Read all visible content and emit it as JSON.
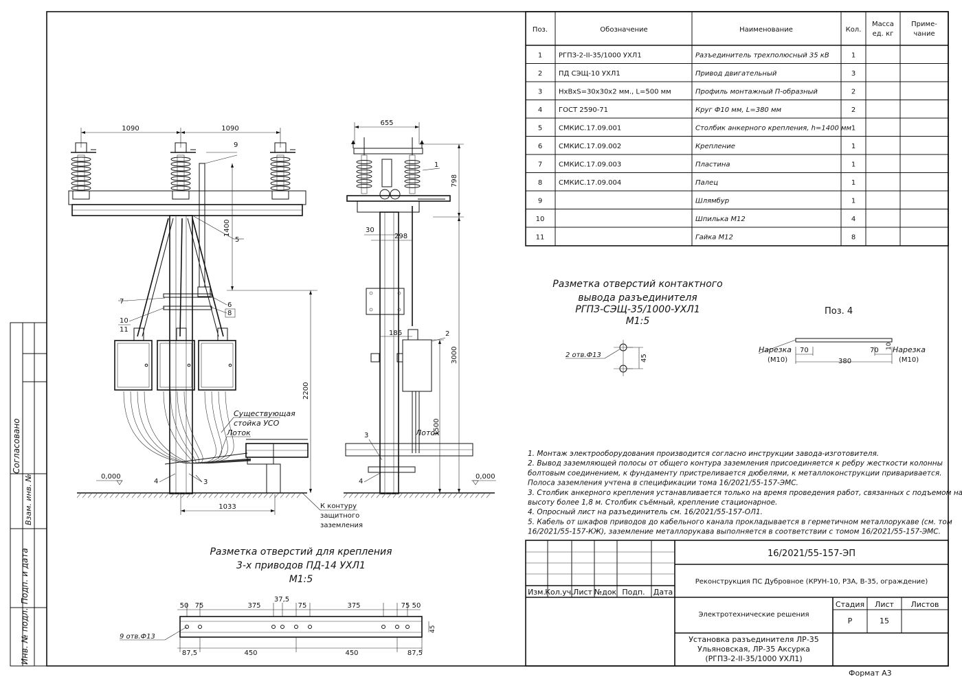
{
  "spec_table": {
    "headers": [
      "Поз.",
      "Обозначение",
      "Наименование",
      "Кол.",
      "Масса ед. кг",
      "Приме-чание"
    ],
    "header_lines": {
      "mass": [
        "Масса",
        "ед. кг"
      ],
      "note": [
        "Приме-",
        "чание"
      ]
    },
    "rows": [
      {
        "pos": "1",
        "code": "РГПЗ-2-II-35/1000 УХЛ1",
        "name": "Разъединитель трехполюсный 35 кВ",
        "qty": "1"
      },
      {
        "pos": "2",
        "code": "ПД СЭЩ-10 УХЛ1",
        "name": "Привод двигательный",
        "qty": "3"
      },
      {
        "pos": "3",
        "code": "HxBxS=30x30x2 мм., L=500 мм",
        "name": "Профиль монтажный П-образный",
        "qty": "2"
      },
      {
        "pos": "4",
        "code": "ГОСТ 2590-71",
        "name": "Круг Ф10 мм, L=380 мм",
        "qty": "2"
      },
      {
        "pos": "5",
        "code": "СМКИС.17.09.001",
        "name": "Столбик анкерного крепления, h=1400 мм",
        "qty": "1"
      },
      {
        "pos": "6",
        "code": "СМКИС.17.09.002",
        "name": "Крепление",
        "qty": "1"
      },
      {
        "pos": "7",
        "code": "СМКИС.17.09.003",
        "name": "Пластина",
        "qty": "1"
      },
      {
        "pos": "8",
        "code": "СМКИС.17.09.004",
        "name": "Палец",
        "qty": "1"
      },
      {
        "pos": "9",
        "code": "",
        "name": "Шлямбур",
        "qty": "1"
      },
      {
        "pos": "10",
        "code": "",
        "name": "Шпилька М12",
        "qty": "4"
      },
      {
        "pos": "11",
        "code": "",
        "name": "Гайка М12",
        "qty": "8"
      }
    ]
  },
  "views": {
    "front": {
      "dims": {
        "span_left": "1090",
        "span_right": "1090",
        "h1400": "1400",
        "h2200": "2200",
        "base": "1033",
        "level": "0,000"
      },
      "labels": {
        "p9": "9",
        "p5": "5",
        "p7": "7",
        "p6": "6",
        "p8": "8",
        "p10": "10",
        "p11": "11",
        "p4": "4",
        "p3": "3"
      },
      "callouts": {
        "existing_line1": "Существующая",
        "existing_line2": "стойка УСО",
        "tray": "Лоток",
        "ground_line1": "К контуру",
        "ground_line2": "защитного",
        "ground_line3": "заземления"
      }
    },
    "side": {
      "dims": {
        "w655": "655",
        "h798": "798",
        "d30": "30",
        "d298": "298",
        "d186": "186",
        "h3000": "3000",
        "h1500": "1500",
        "level": "0,000"
      },
      "labels": {
        "p1": "1",
        "p2": "2",
        "p3": "3",
        "p4": "4",
        "tray": "Лоток"
      }
    }
  },
  "contact_marking": {
    "title_lines": [
      "Разметка отверстий контактного",
      "вывода разъединителя",
      "РГПЗ-СЭЩ-35/1000-УХЛ1",
      "М1:5"
    ],
    "holes": "2 отв.Ф13",
    "dim": "45"
  },
  "pos4": {
    "title": "Поз. 4",
    "thread_left": "Нарезка",
    "thread_left_m": "(М10)",
    "thread_right": "Нарезка",
    "thread_right_m": "(М10)",
    "d70a": "70",
    "d70b": "70",
    "d380": "380",
    "d10": "10"
  },
  "drive_marking": {
    "title_lines": [
      "Разметка отверстий для крепления",
      "3-х приводов ПД-14 УХЛ1",
      "М1:5"
    ],
    "holes": "9 отв.Ф13",
    "top_dims": [
      "50",
      "75",
      "375",
      "37,5",
      "75",
      "375",
      "75",
      "50"
    ],
    "bottom_dims": [
      "87,5",
      "450",
      "450",
      "87,5"
    ],
    "side_dim": "45"
  },
  "notes": [
    "1.  Монтаж электрооборудования производится согласно инструкции завода-изготовителя.",
    "2.  Вывод заземляющей полосы от общего контура заземления присоединяется к ребру жесткости колонны",
    "     болтовым соединением, к фундаменту пристреливается дюбелями, к металлоконструкции приваривается.",
    "     Полоса заземления учтена в спецификации тома 16/2021/55-157-ЭМС.",
    "3.  Столбик анкерного крепления устанавливается только на время проведения работ, связанных с подъемом на",
    "     высоту более 1,8 м. Столбик съёмный, крепление стационарное.",
    "4.  Опросный лист на разъединитель см. 16/2021/55-157-ОЛ1.",
    "5.  Кабель от шкафов приводов до кабельного канала прокладывается в герметичном металлорукаве (см. том",
    "     16/2021/55-157-КЖ), заземление металлорукава выполняется в соответствии с томом 16/2021/55-157-ЭМС."
  ],
  "title_block": {
    "doc_code": "16/2021/55-157-ЭП",
    "project": "Реконструкция ПС Дубровное (КРУН-10, РЗА, В-35, ограждение)",
    "section": "Электротехнические решения",
    "cols": [
      "Изм.",
      "Кол.уч.",
      "Лист",
      "№док",
      "Подп.",
      "Дата"
    ],
    "stage_label": "Стадия",
    "sheet_label": "Лист",
    "sheets_label": "Листов",
    "stage": "Р",
    "sheet": "15",
    "sheets": "",
    "drawing_title_lines": [
      "Установка разъединителя ЛР-35",
      "Ульяновская, ЛР-35 Аксурка",
      "(РГПЗ-2-II-35/1000 УХЛ1)"
    ],
    "format": "Формат А3"
  },
  "side_stamp": {
    "agreed": "Согласовано",
    "replace": "Взам. инв. №",
    "sign_date": "Подп. и дата",
    "inv_orig": "Инв. № подл."
  }
}
